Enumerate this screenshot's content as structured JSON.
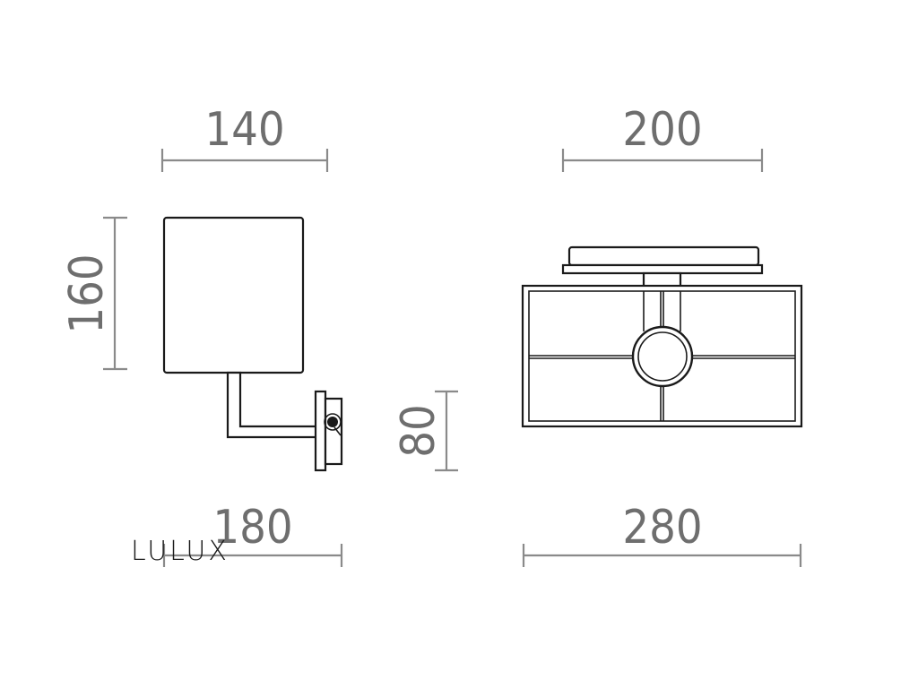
{
  "dimensions": {
    "side_width": "140",
    "side_height": "160",
    "side_depth": "180",
    "front_base_width": "200",
    "front_height": "80",
    "front_width": "280"
  },
  "brand": {
    "logo": "LULUX"
  },
  "colors": {
    "dimension": "#8a8a8a",
    "outline": "#1a1a1a",
    "background": "#ffffff"
  }
}
